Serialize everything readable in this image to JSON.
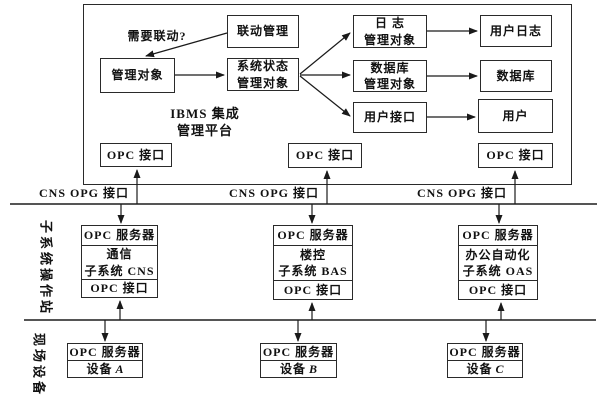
{
  "diagram": {
    "platform": {
      "title_line1": "IBMS 集成",
      "title_line2": "管理平台",
      "question": "需要联动?",
      "linkage_mgmt": "联动管理",
      "mgmt_object": "管理对象",
      "sys_status_l1": "系统状态",
      "sys_status_l2": "管理对象",
      "log_l1": "日 志",
      "log_l2": "管理对象",
      "user_log": "用户日志",
      "db_mgmt_l1": "数据库",
      "db_mgmt_l2": "管理对象",
      "database": "数据库",
      "user_interface": "用户接口",
      "user": "用户",
      "opc_interfaces": [
        "OPC 接口",
        "OPC 接口",
        "OPC 接口"
      ]
    },
    "bus_labels": [
      "CNS OPG 接口",
      "CNS OPG 接口",
      "CNS OPG 接口"
    ],
    "section_labels": {
      "subsystem_stations": "子系统操作站",
      "field_devices": "现场设备"
    },
    "subsystems": [
      {
        "server": "OPC 服务器",
        "name_l1": "通信",
        "name_l2": "子系统 CNS",
        "interface": "OPC 接口"
      },
      {
        "server": "OPC 服务器",
        "name_l1": "楼控",
        "name_l2": "子系统 BAS",
        "interface": "OPC 接口"
      },
      {
        "server": "OPC 服务器",
        "name_l1": "办公自动化",
        "name_l2": "子系统 OAS",
        "interface": "OPC 接口"
      }
    ],
    "devices": [
      {
        "server": "OPC 服务器",
        "label": "设备",
        "letter": "A"
      },
      {
        "server": "OPC 服务器",
        "label": "设备",
        "letter": "B"
      },
      {
        "server": "OPC 服务器",
        "label": "设备",
        "letter": "C"
      }
    ]
  }
}
